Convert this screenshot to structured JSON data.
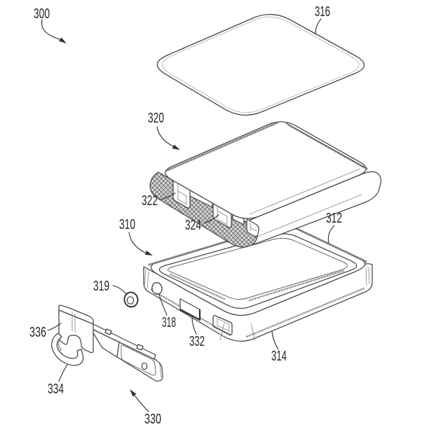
{
  "figure": {
    "kind": "patent-exploded-view-line-drawing",
    "background": "#ffffff",
    "line_color": "#454545",
    "hatch_color": "#383838",
    "stipple_color": "#7a7a7a",
    "label_color": "#262626",
    "labels": {
      "l300": "300",
      "l316": "316",
      "l320": "320",
      "l322": "322",
      "l324": "324",
      "l310": "310",
      "l312": "312",
      "l319": "319",
      "l318": "318",
      "l332": "332",
      "l314": "314",
      "l336": "336",
      "l334": "334",
      "l330": "330"
    }
  }
}
